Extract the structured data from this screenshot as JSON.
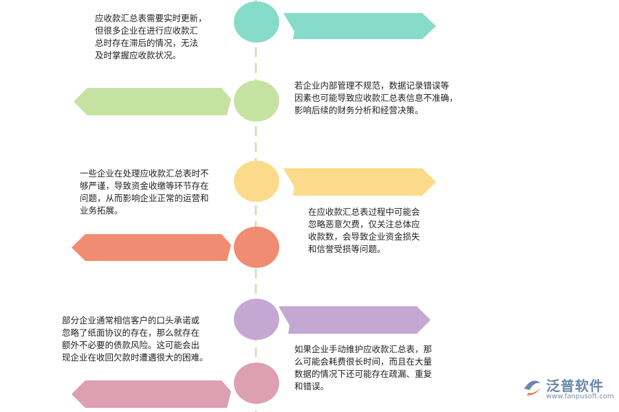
{
  "items": [
    {
      "color": "#86dcc9",
      "text": "应收款汇总表需要实时更新，\n但很多企业在进行应收款汇\n总时存在滞后的情况，无法\n及时掌握应收款状况。"
    },
    {
      "color": "#c6e2a3",
      "text": "若企业内部管理不规范，数据记录错误等\n因素也可能导致应收款汇总表信息不准确，\n影响后续的财务分析和经营决策。"
    },
    {
      "color": "#fbdb8b",
      "text": "一些企业在处理应收款汇总表时不\n够严谨，导致资金收缴等环节存在\n问题，从而影响企业正常的运营和\n业务拓展。"
    },
    {
      "color": "#f08c71",
      "text": "在应收款汇总表过程中可能会\n忽略恶意欠费，仅关注总体应\n收款数，会导致企业资金损失\n和信誉受损等问题。"
    },
    {
      "color": "#c5a7d4",
      "text": "部分企业通常相信客户的口头承诺或\n忽略了纸面协议的存在，那么就存在\n额外不必要的债款风险。这可能会出\n现企业在收回欠款时遭遇很大的困难。"
    },
    {
      "color": "#dca0b2",
      "text": "如果企业手动维护应收款汇总表，那\n么可能会耗费很长时间，而且在大量\n数据的情况下还可能存在疏漏、重复\n和错误。"
    }
  ],
  "timeline_color": "#cfe3b0",
  "logo": {
    "name": "泛普软件",
    "url": "www.fanpusoft.com",
    "color": "#6b86a8"
  }
}
